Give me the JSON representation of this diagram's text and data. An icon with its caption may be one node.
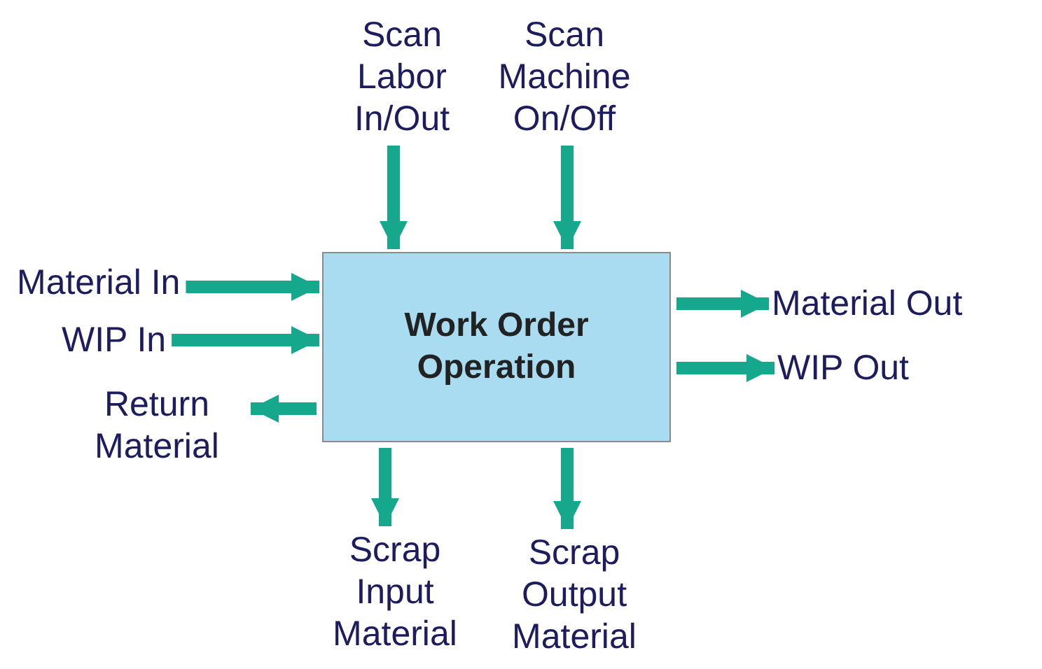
{
  "diagram": {
    "nodes": [
      {
        "text": [
          "Work Order Operation"
        ]
      },
      {
        "text": [
          "Scan Labor In/Out"
        ]
      },
      {
        "text": [
          "Scan Machine On/Off"
        ]
      },
      {
        "text": [
          "Material In"
        ]
      },
      {
        "text": [
          "WIP In"
        ]
      },
      {
        "text": [
          "Return Material"
        ]
      },
      {
        "text": [
          "Material Out"
        ]
      },
      {
        "text": [
          "WIP Out"
        ]
      },
      {
        "text": [
          "Scrap Input Material"
        ]
      },
      {
        "text": [
          "Scrap Output Material"
        ]
      }
    ],
    "edges": [
      {
        "from": 1,
        "to": 0,
        "arrow": "to"
      },
      {
        "from": 2,
        "to": 0,
        "arrow": "to"
      },
      {
        "from": 3,
        "to": 0,
        "arrow": "to"
      },
      {
        "from": 4,
        "to": 0,
        "arrow": "to"
      },
      {
        "from": 0,
        "to": 5,
        "arrow": "to"
      },
      {
        "from": 0,
        "to": 6,
        "arrow": "to"
      },
      {
        "from": 0,
        "to": 7,
        "arrow": "to"
      },
      {
        "from": 0,
        "to": 8,
        "arrow": "to"
      },
      {
        "from": 0,
        "to": 9,
        "arrow": "to"
      }
    ]
  }
}
